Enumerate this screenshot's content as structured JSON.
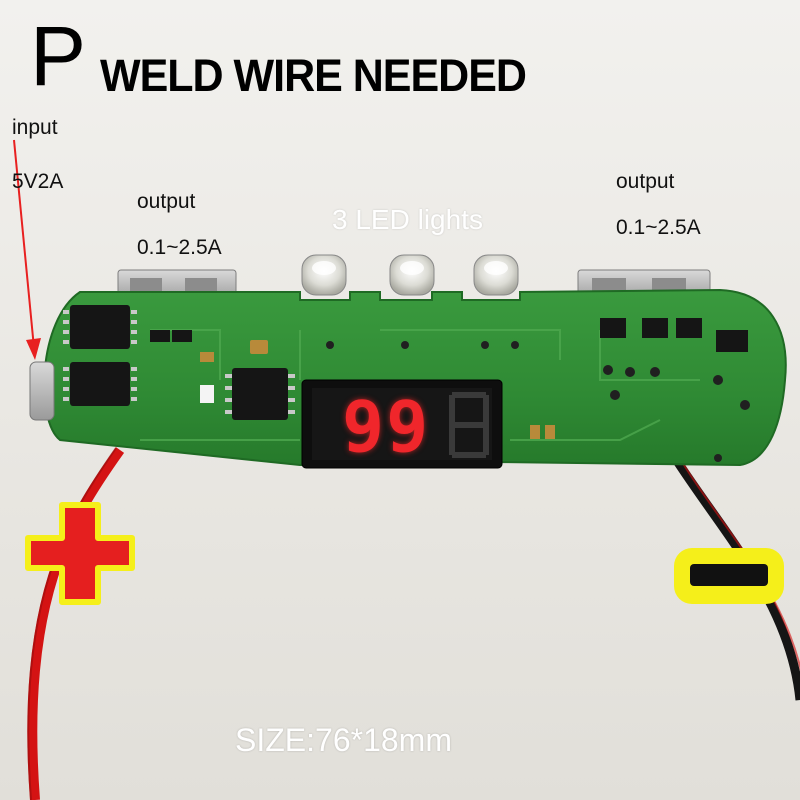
{
  "title": {
    "letter": "P",
    "text": "WELD WIRE NEEDED"
  },
  "input_label": {
    "line1": "input",
    "line2": "5V2A"
  },
  "output_left": {
    "line1": "output",
    "line2": "0.1~2.5A"
  },
  "output_right": {
    "line1": "output",
    "line2": "0.1~2.5A"
  },
  "led_label": "3 LED lights",
  "display": {
    "value": "99"
  },
  "size_label": "SIZE:76*18mm",
  "colors": {
    "pcb": "#2f8a34",
    "display_digits": "#f0262b",
    "positive_mark": "#e51f1f",
    "negative_mark_outline": "#f5ef1a"
  }
}
